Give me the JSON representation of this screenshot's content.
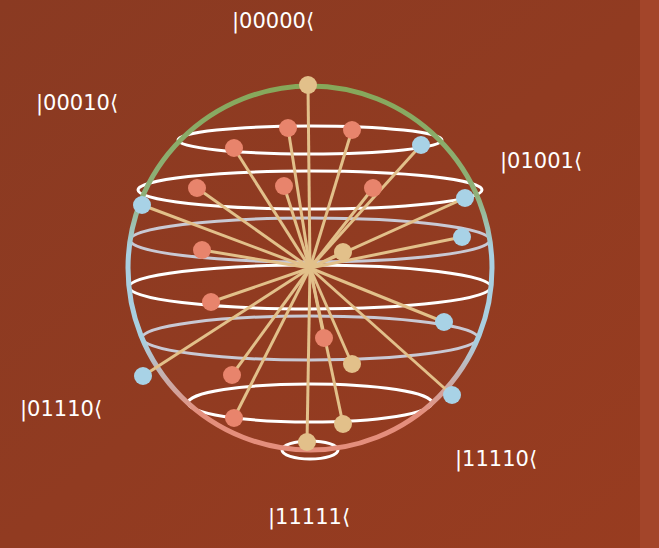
{
  "diagram": {
    "labels": [
      "|00000⟨",
      "|00010⟨",
      "|01001⟨",
      "|01110⟨",
      "|11110⟨",
      "|11111⟨"
    ]
  }
}
